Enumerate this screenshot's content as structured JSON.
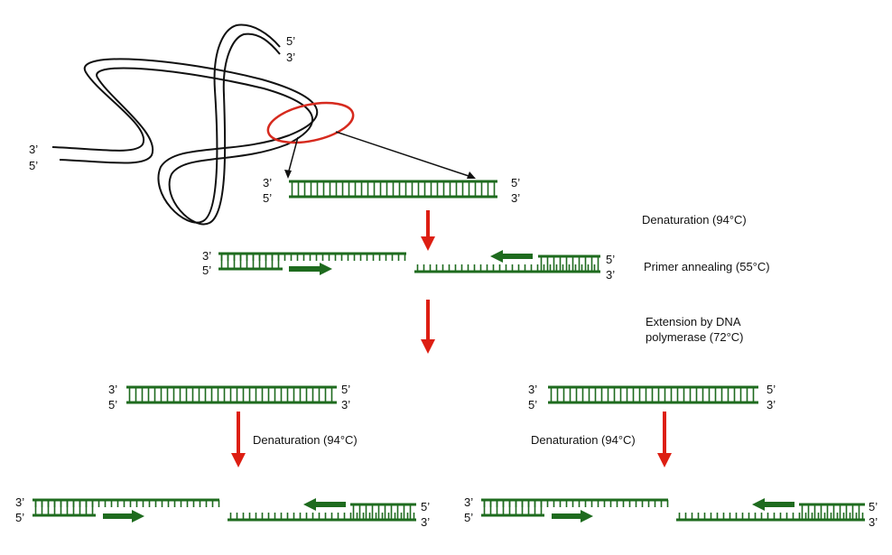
{
  "colors": {
    "dna": "#1e6b1e",
    "primer_arrow": "#1e6b1e",
    "step_arrow": "#dd1e12",
    "highlight_ellipse": "#d62a1e",
    "strand_outline": "#111111"
  },
  "ends": {
    "three_prime": "3’",
    "five_prime": "5’"
  },
  "steps": {
    "denaturation": "Denaturation (94°C)",
    "primer_annealing": "Primer annealing (55°C)",
    "extension_line1": "Extension by DNA",
    "extension_line2": "polymerase (72°C)"
  }
}
